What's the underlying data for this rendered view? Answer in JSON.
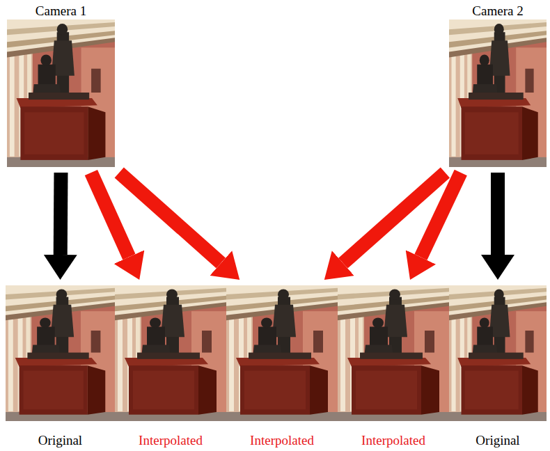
{
  "diagram": {
    "nodes": [
      {
        "text": [
          "Camera 1"
        ]
      },
      {
        "text": [
          "Camera 2"
        ]
      },
      {
        "text": [
          "Original"
        ]
      },
      {
        "text": [
          "Interpolated"
        ]
      },
      {
        "text": [
          "Interpolated"
        ]
      },
      {
        "text": [
          "Interpolated"
        ]
      },
      {
        "text": [
          "Original"
        ]
      }
    ],
    "edges": [
      {
        "from": 0,
        "to": 2,
        "arrow": "to"
      },
      {
        "from": 0,
        "to": 3,
        "arrow": "to"
      },
      {
        "from": 0,
        "to": 4,
        "arrow": "to"
      },
      {
        "from": 1,
        "to": 5,
        "arrow": "to"
      },
      {
        "from": 1,
        "to": 4,
        "arrow": "to"
      },
      {
        "from": 1,
        "to": 6,
        "arrow": "to"
      }
    ]
  }
}
